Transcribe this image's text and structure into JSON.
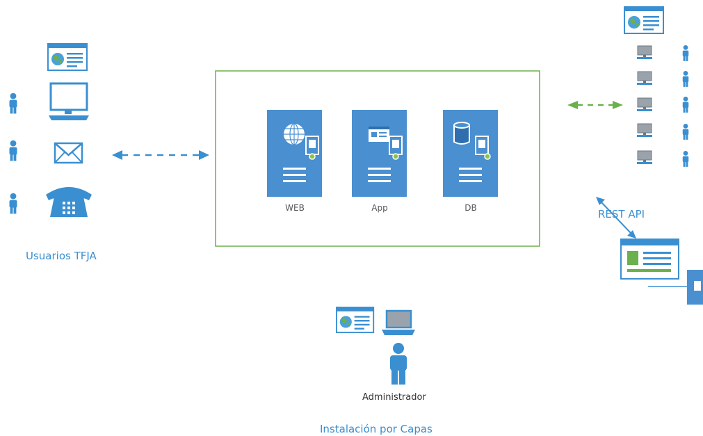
{
  "labels": {
    "users_group": "Usuarios TFJA",
    "rest_api": "REST API",
    "admin": "Administrador",
    "footer": "Instalación por Capas"
  },
  "servers": [
    {
      "label": "WEB",
      "icon": "globe-icon"
    },
    {
      "label": "App",
      "icon": "app-window-icon"
    },
    {
      "label": "DB",
      "icon": "database-icon"
    }
  ],
  "colors": {
    "blue": "#3a8fd1",
    "server_blue": "#4a8fd0",
    "green": "#6ab04c",
    "text_dark": "#333333"
  }
}
